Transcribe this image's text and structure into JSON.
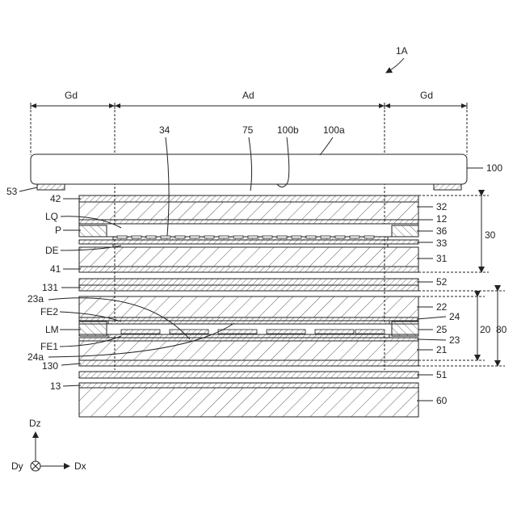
{
  "figure": {
    "device_label": "1A",
    "regions": {
      "left": "Gd",
      "center": "Ad",
      "right": "Gd"
    },
    "top_labels": {
      "l34": "34",
      "l75": "75",
      "l100b": "100b",
      "l100a": "100a"
    },
    "labels_left": {
      "l53": "53",
      "l42": "42",
      "lLQ": "LQ",
      "lP": "P",
      "lDE": "DE",
      "l41": "41",
      "l131": "131",
      "l23a": "23a",
      "lFE2": "FE2",
      "lLM": "LM",
      "lFE1": "FE1",
      "l24a": "24a",
      "l130": "130",
      "l13": "13"
    },
    "labels_right": {
      "l100": "100",
      "l32": "32",
      "l12": "12",
      "l36": "36",
      "l33": "33",
      "l31": "31",
      "l52": "52",
      "l22": "22",
      "l24": "24",
      "l25": "25",
      "l23": "23",
      "l21": "21",
      "l51": "51",
      "l60": "60"
    },
    "brackets": {
      "b30": "30",
      "b20": "20",
      "b80": "80"
    },
    "axes": {
      "z": "Dz",
      "y": "Dy",
      "x": "Dx"
    }
  }
}
